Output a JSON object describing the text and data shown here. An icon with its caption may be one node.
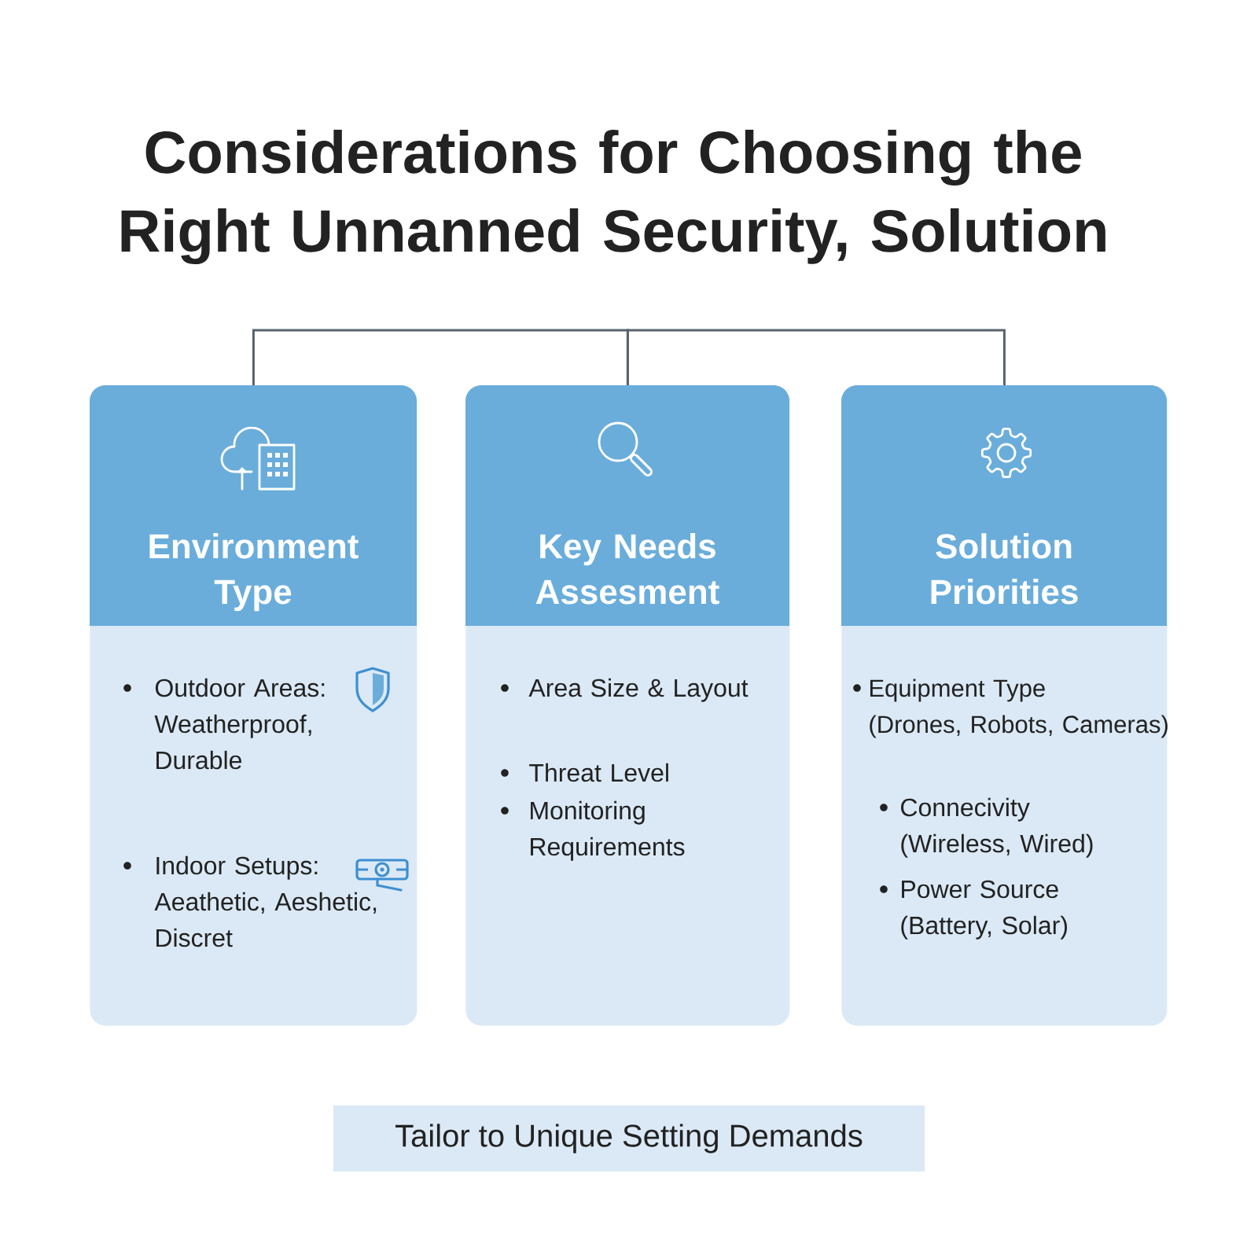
{
  "diagram": {
    "title": "Considerations for Choosing the Right Unnanned Security, Solution",
    "nodes": [
      {
        "text": [
          "Environment Type",
          "Outdoor Areas: Weatherproof, Durable",
          "Indoor Setups: Aeathetic, Aeshetic, Discret"
        ]
      },
      {
        "text": [
          "Key Needs Assesment",
          "Area Size & Layout",
          "Threat Level",
          "Monitoring Requirements"
        ]
      },
      {
        "text": [
          "Solution Priorities",
          "Equipment Type (Drones, Robots, Cameras)",
          "Connecivity (Wireless, Wired)",
          "Power Source (Battery, Solar)"
        ]
      },
      {
        "text": [
          "Tailor to Unique Setting Demands"
        ]
      }
    ],
    "edges": [
      {
        "from": 1,
        "to": 0,
        "arrow": "none"
      },
      {
        "from": 1,
        "to": 2,
        "arrow": "none"
      }
    ]
  }
}
